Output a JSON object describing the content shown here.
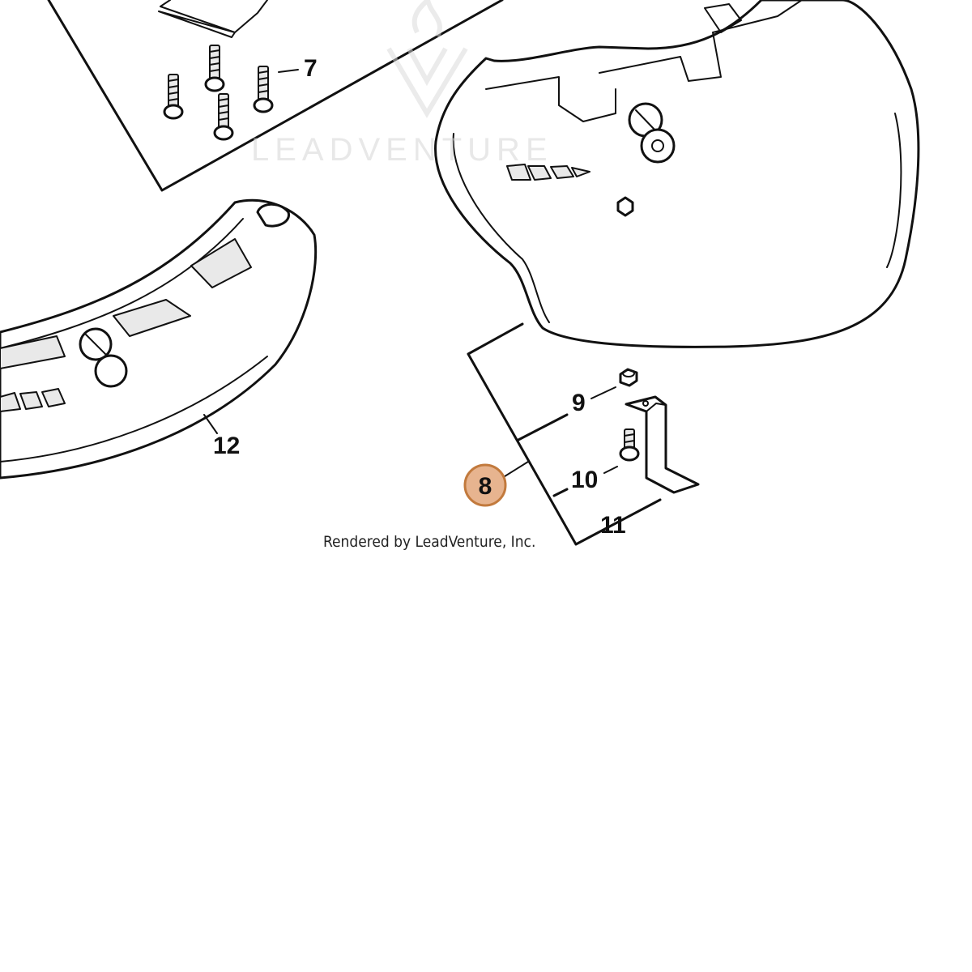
{
  "watermark": "LEADVENTURE",
  "credit": "Rendered by LeadVenture, Inc.",
  "callouts": {
    "c7": "7",
    "c8": "8",
    "c9": "9",
    "c10": "10",
    "c11": "11",
    "c12": "12"
  },
  "colors": {
    "highlight_fill": "#e7b48f",
    "highlight_stroke": "#c27a3d",
    "line": "#111111"
  }
}
